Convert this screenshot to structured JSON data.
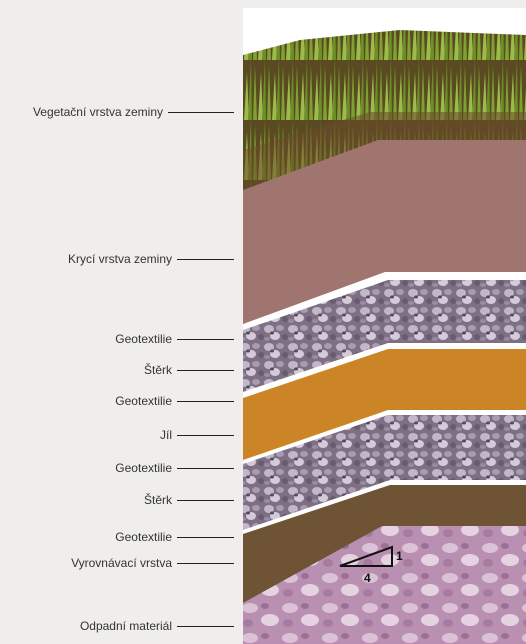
{
  "layers": [
    {
      "label": "Vegetační vrstva zeminy",
      "color": "#6b5a2a"
    },
    {
      "label": "Krycí vrstva zeminy",
      "color": "#a0756f"
    },
    {
      "label": "Geotextilie",
      "color": "#ffffff"
    },
    {
      "label": "Štěrk",
      "color": "#8a7d8f"
    },
    {
      "label": "Geotextilie",
      "color": "#ffffff"
    },
    {
      "label": "Jíl",
      "color": "#cc8526"
    },
    {
      "label": "Geotextilie",
      "color": "#ffffff"
    },
    {
      "label": "Štěrk",
      "color": "#8a7d8f"
    },
    {
      "label": "Geotextilie",
      "color": "#ffffff"
    },
    {
      "label": "Vyrovnávací vrstva",
      "color": "#6e5434"
    },
    {
      "label": "Odpadní materiál",
      "color": "#c5a2bf"
    }
  ],
  "slope": {
    "rise": "1",
    "run": "4"
  }
}
